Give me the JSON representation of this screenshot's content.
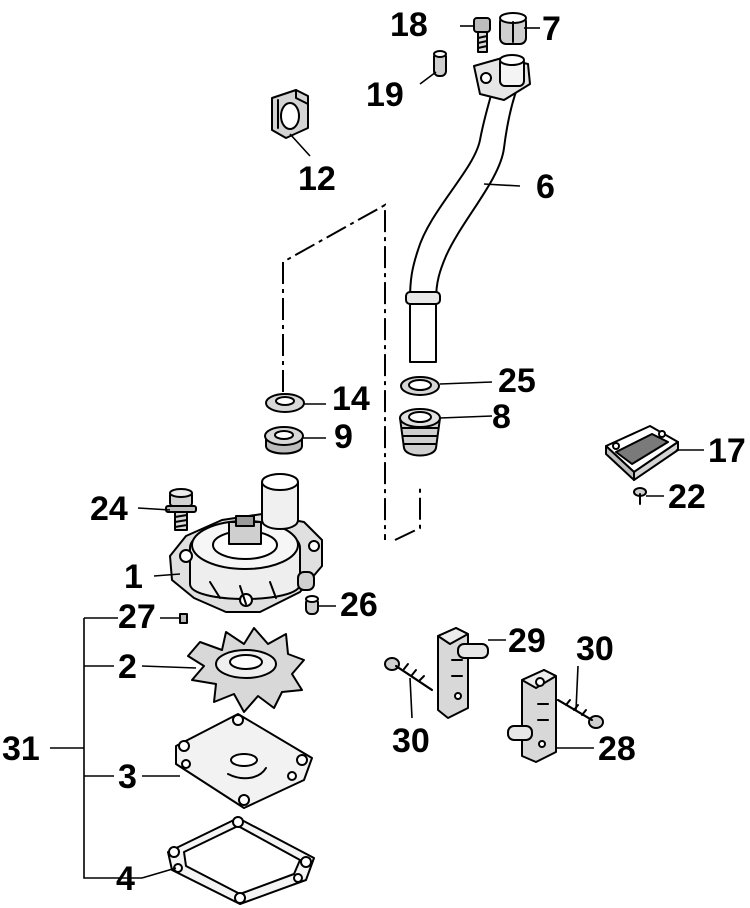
{
  "callouts": {
    "p1": "1",
    "p2": "2",
    "p3": "3",
    "p4": "4",
    "p6": "6",
    "p7": "7",
    "p8": "8",
    "p9": "9",
    "p12": "12",
    "p14": "14",
    "p17": "17",
    "p18": "18",
    "p19": "19",
    "p22": "22",
    "p24": "24",
    "p25": "25",
    "p26": "26",
    "p27": "27",
    "p28": "28",
    "p29": "29",
    "p30a": "30",
    "p30b": "30",
    "p31": "31"
  }
}
